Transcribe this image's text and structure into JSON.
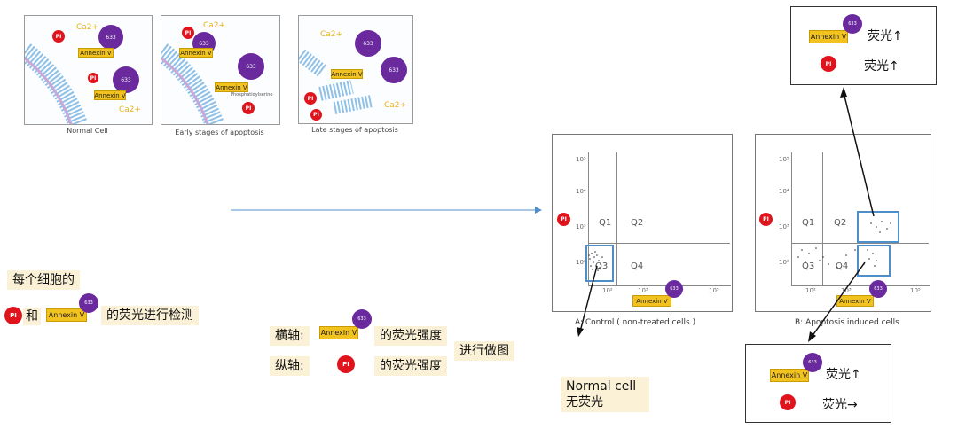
{
  "apoptosis_panels": [
    {
      "caption": "Normal Cell",
      "annexin_label": "Annexin V",
      "dye_label": "633",
      "pi_label": "PI",
      "ca_label": "Ca2+"
    },
    {
      "caption": "Early stages of apoptosis",
      "annexin_label": "Annexin V",
      "dye_label": "633",
      "pi_label": "PI",
      "ca_label": "Ca2+",
      "extra_label": "Phosphatidylserine"
    },
    {
      "caption": "Late stages of apoptosis",
      "annexin_label": "Annexin V",
      "dye_label": "633",
      "pi_label": "PI",
      "ca_label": "Ca2+"
    }
  ],
  "left_note": {
    "line1": "每个细胞的",
    "and": "和",
    "line2_suffix": "的荧光进行检测"
  },
  "axis_note": {
    "x_label": "横轴:",
    "y_label": "纵轴:",
    "x_suffix": "的荧光强度",
    "y_suffix": "的荧光强度",
    "action": "进行做图"
  },
  "flow_plots": [
    {
      "caption": "A: Control ( non-treated cells )",
      "quadrants": [
        "Q1",
        "Q2",
        "Q3",
        "Q4"
      ]
    },
    {
      "caption": "B: Apoptosis induced cells",
      "quadrants": [
        "Q1",
        "Q2",
        "Q3",
        "Q4"
      ]
    }
  ],
  "ticks": [
    "10²",
    "10³",
    "10⁴",
    "10⁵"
  ],
  "normal_note": {
    "line1": "Normal cell",
    "line2": "无荧光"
  },
  "top_box": {
    "annexin_text": "荧光↑",
    "pi_text": "荧光↑"
  },
  "bottom_box": {
    "annexin_text": "荧光↑",
    "pi_text": "荧光→"
  },
  "labels": {
    "annexin": "Annexin V",
    "dye": "633",
    "pi": "PI"
  },
  "colors": {
    "pi": "#e0141c",
    "dye": "#6a2a9e",
    "annexin": "#f2c21e",
    "gate": "#4f8fc9",
    "arrow": "#4f8fc9"
  }
}
